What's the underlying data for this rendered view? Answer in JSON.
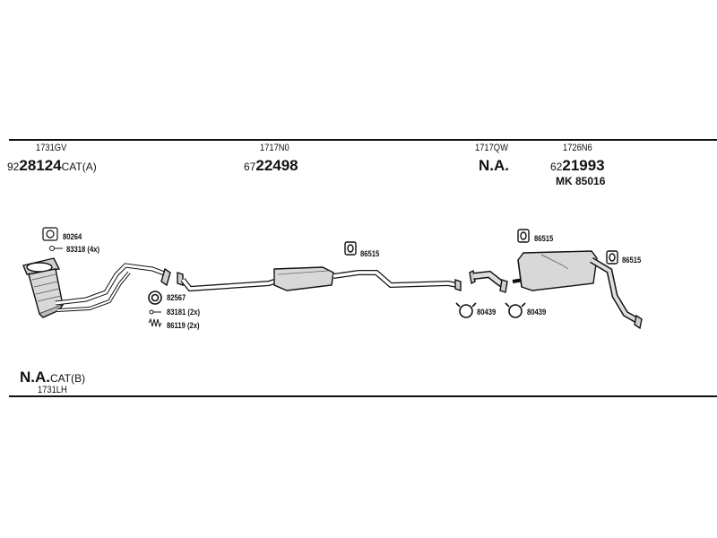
{
  "colors": {
    "line": "#111111",
    "part_fill": "#d8d8d8",
    "background": "#ffffff"
  },
  "top_row": {
    "catalyst": {
      "code": "1731GV",
      "prefix": "92",
      "number": "28124",
      "suffix": "CAT(A)"
    },
    "front_pipe": {
      "code": "1717N0",
      "prefix": "67",
      "number": "22498"
    },
    "middle": {
      "code": "1717QW",
      "status": "N.A."
    },
    "rear": {
      "code": "1726N6",
      "prefix": "62",
      "number": "21993",
      "kit": "MK  85016"
    }
  },
  "hardware": {
    "gasket_top": "80264",
    "bolts_4x": "83318 (4x)",
    "ring": "82567",
    "bolt_2x": "83181 (2x)",
    "spring_2x": "86119 (2x)",
    "hanger_mid": "86515",
    "hanger_rear_top": "86515",
    "hanger_rear_right": "86515",
    "clamp_left": "80439",
    "clamp_right": "80439"
  },
  "bottom": {
    "status": "N.A.",
    "suffix": "CAT(B)",
    "code": "1731LH"
  }
}
